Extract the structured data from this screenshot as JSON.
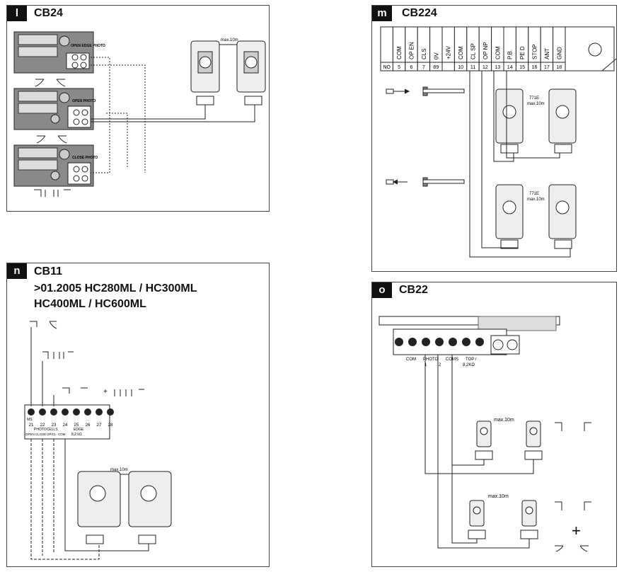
{
  "panels": {
    "l": {
      "tag": "l",
      "title": "CB24",
      "max_label": "max.10m",
      "modules": [
        "OPEN EDGE PHOTO",
        "OPEN PHOTO",
        "CLOSE PHOTO"
      ]
    },
    "m": {
      "tag": "m",
      "title": "CB224",
      "terminals": [
        {
          "label": "",
          "num": "NO"
        },
        {
          "label": "COM",
          "num": "5"
        },
        {
          "label": "OP EN",
          "num": "6"
        },
        {
          "label": "CLS",
          "num": "7"
        },
        {
          "label": "0V",
          "num": "89"
        },
        {
          "label": "+24V",
          "num": ""
        },
        {
          "label": "COM",
          "num": "10"
        },
        {
          "label": "CL SP",
          "num": "11"
        },
        {
          "label": "OP NP",
          "num": "12"
        },
        {
          "label": "COM",
          "num": "13"
        },
        {
          "label": "P.B.",
          "num": "14"
        },
        {
          "label": "PE D",
          "num": "15"
        },
        {
          "label": "STOP",
          "num": "16"
        },
        {
          "label": "ANT",
          "num": "17"
        },
        {
          "label": "GND",
          "num": "18"
        }
      ],
      "pair_label_1": "771E",
      "pair_label_2": "max.10m"
    },
    "n": {
      "tag": "n",
      "title": "CB11",
      "subtitle_1": ">01.2005 HC280ML / HC300ML",
      "subtitle_2": "HC400ML / HC600ML",
      "terminal_nums": [
        "21",
        "22",
        "23",
        "24",
        "25",
        "26",
        "27",
        "28"
      ],
      "ms_label": "MS",
      "group_label": "PHOTOCELLS",
      "sub_labels": [
        "OPEN",
        "CLOSE",
        "OP/CL",
        "COM"
      ],
      "edge_label": "EDGE",
      "edge_value": "8,2 kΩ",
      "plus": "+",
      "max_label": "max.10m"
    },
    "o": {
      "tag": "o",
      "title": "CB22",
      "term_labels": [
        "COM",
        "PHOTO",
        "COMS",
        "TOP /"
      ],
      "term_sub": [
        "1",
        "2",
        "8,2KΩ"
      ],
      "max_label": "max.10m",
      "plus": "+"
    }
  }
}
